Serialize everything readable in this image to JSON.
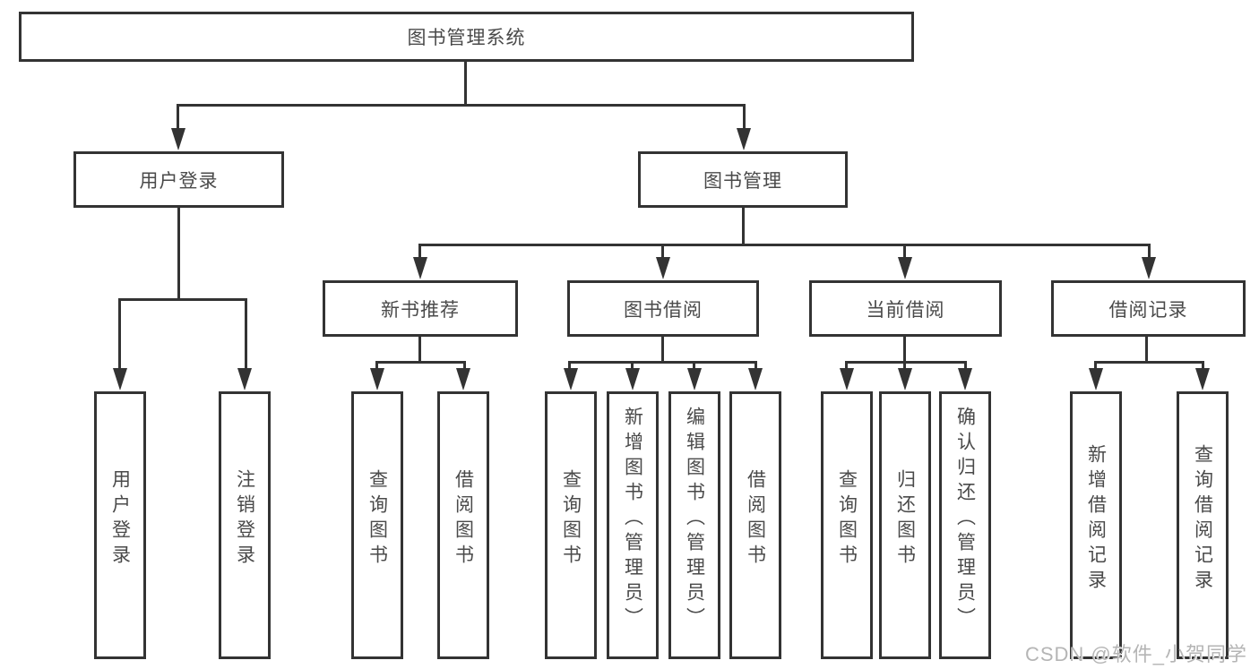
{
  "diagram": {
    "title": "图书管理系统",
    "root": "图书管理系统",
    "level2": {
      "user_login": "用户登录",
      "book_mgmt": "图书管理"
    },
    "level3": {
      "new_books": "新书推荐",
      "book_borrow": "图书借阅",
      "current_borrow": "当前借阅",
      "borrow_records": "借阅记录"
    },
    "leaves": {
      "user_login_1": "用户登录",
      "user_login_2": "注销登录",
      "new_books_1": "查询图书",
      "new_books_2": "借阅图书",
      "book_borrow_1": "查询图书",
      "book_borrow_2": "新增图书（管理员）",
      "book_borrow_3": "编辑图书（管理员）",
      "book_borrow_4": "借阅图书",
      "current_1": "查询图书",
      "current_2": "归还图书",
      "current_3": "确认归还（管理员）",
      "records_1": "新增借阅记录",
      "records_2": "查询借阅记录"
    },
    "colors": {
      "line": "#333333",
      "box_fill": "#ffffff",
      "text": "#4a4a4a",
      "watermark": "#b5b5b5",
      "background": "#ffffff"
    }
  },
  "watermark": "CSDN @软件_小贺同学"
}
